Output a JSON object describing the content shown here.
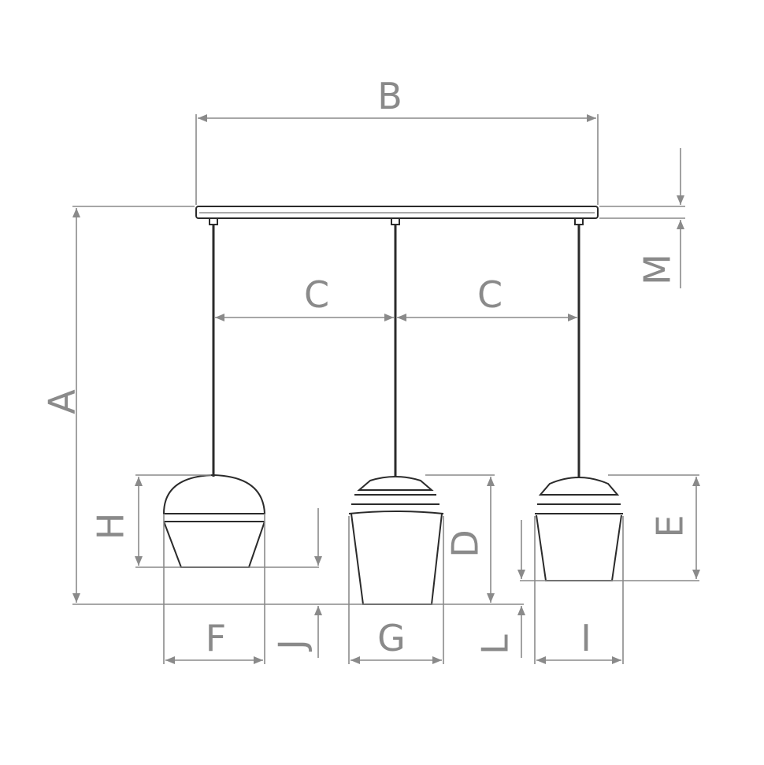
{
  "labels": {
    "a": "A",
    "b": "B",
    "c_left": "C",
    "c_right": "C",
    "d": "D",
    "e": "E",
    "f": "F",
    "g": "G",
    "h": "H",
    "i": "I",
    "j": "J",
    "l": "L",
    "m": "M"
  },
  "colors": {
    "line": "#2b2b2b",
    "dimension": "#8a8a8a"
  }
}
